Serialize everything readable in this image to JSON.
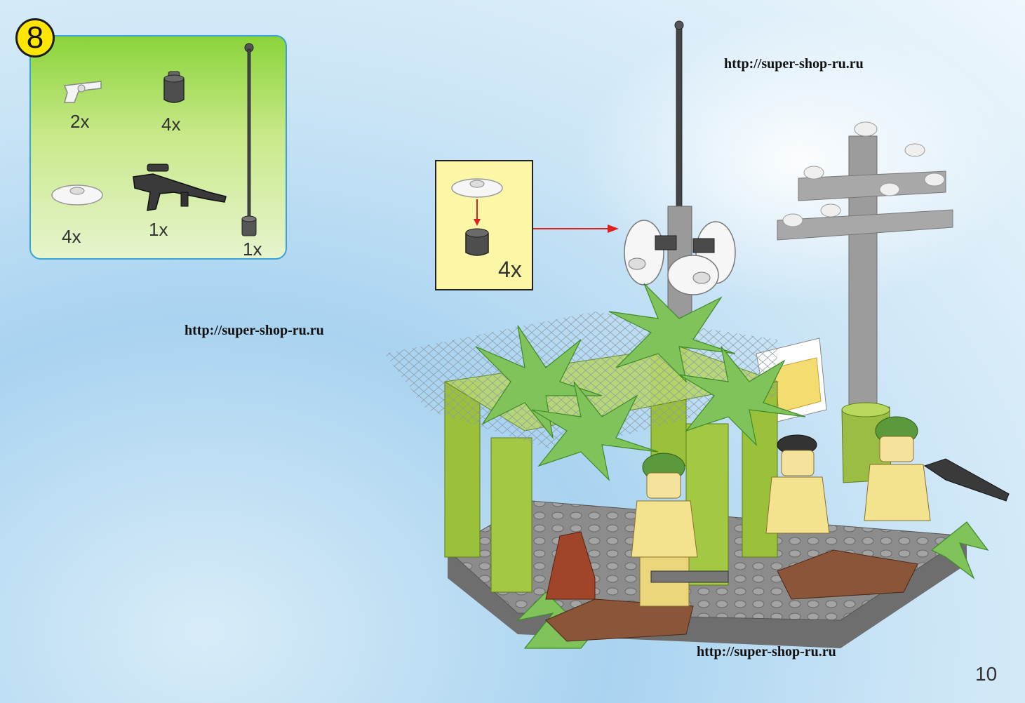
{
  "step": {
    "number": "8"
  },
  "parts": [
    {
      "name": "revolver",
      "qty": "2x"
    },
    {
      "name": "round-brick-1x1",
      "qty": "4x"
    },
    {
      "name": "antenna",
      "qty": "1x"
    },
    {
      "name": "round-dish-2x2",
      "qty": "4x"
    },
    {
      "name": "sniper-rifle",
      "qty": "1x"
    }
  ],
  "callout": {
    "qty": "4x"
  },
  "watermarks": {
    "top": "http://super-shop-ru.ru",
    "middle": "http://super-shop-ru.ru",
    "bottom": "http://super-shop-ru.ru"
  },
  "page": {
    "number": "10"
  },
  "colors": {
    "badge": "#ffe500",
    "panel_border": "#3aa2d8",
    "arrow": "#e02020",
    "callout_bg": "#fbf7a6"
  }
}
